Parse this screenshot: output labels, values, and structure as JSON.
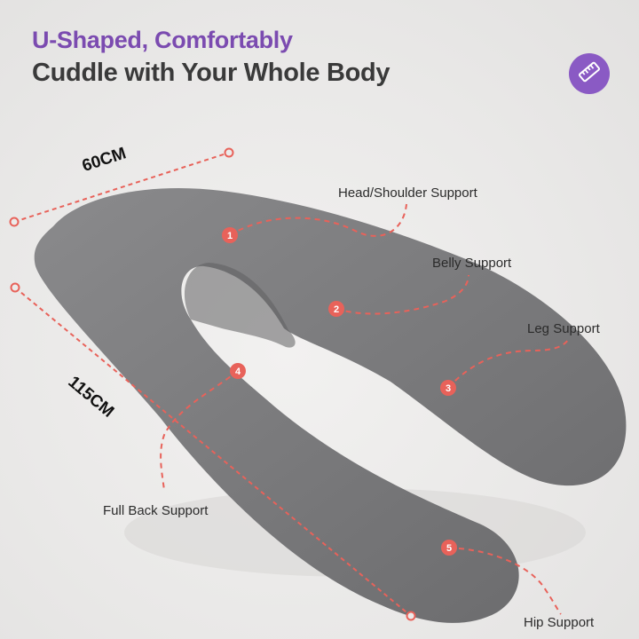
{
  "headline": {
    "line1": "U-Shaped, Comfortably",
    "line2": "Cuddle with Your Whole Body"
  },
  "badge_icon": "ruler-icon",
  "dimensions": {
    "width": "60CM",
    "length": "115CM"
  },
  "features": [
    {
      "number": "1",
      "label": "Head/Shoulder Support"
    },
    {
      "number": "2",
      "label": "Belly Support"
    },
    {
      "number": "3",
      "label": "Leg Support"
    },
    {
      "number": "4",
      "label": "Full Back Support"
    },
    {
      "number": "5",
      "label": "Hip Support"
    }
  ],
  "colors": {
    "accent_purple": "#7b4bb0",
    "marker_red": "#e8625a",
    "pillow_gray": "#7d7d7f"
  }
}
